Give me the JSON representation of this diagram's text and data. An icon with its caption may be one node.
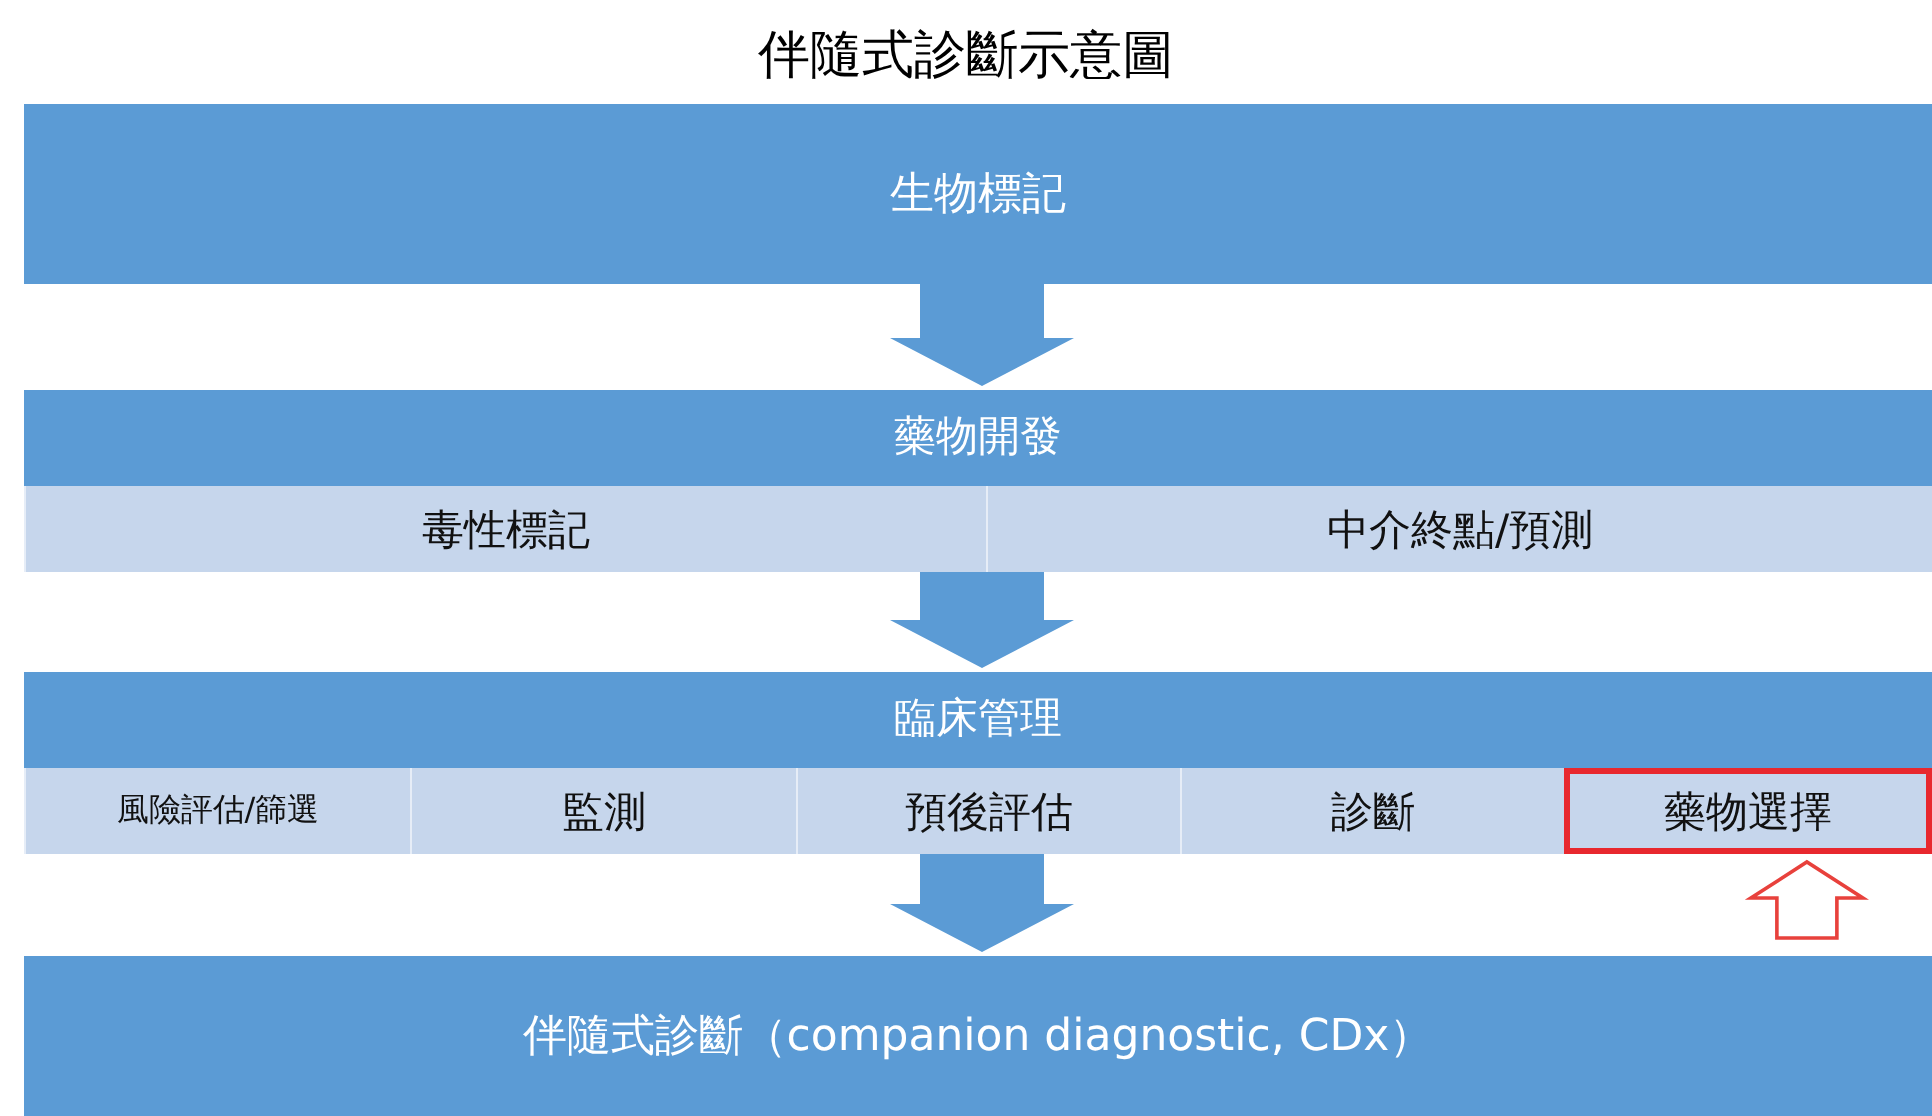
{
  "diagram": {
    "title": "伴隨式診斷示意圖",
    "nodes": [
      {
        "text": [
          "生物標記"
        ]
      },
      {
        "text": [
          "藥物開發"
        ]
      },
      {
        "text": [
          "毒性標記"
        ],
        "in": 1
      },
      {
        "text": [
          "中介終點/預測"
        ],
        "in": 1
      },
      {
        "text": [
          "臨床管理"
        ]
      },
      {
        "text": [
          "風險評估/篩選"
        ],
        "in": 4
      },
      {
        "text": [
          "監測"
        ],
        "in": 4
      },
      {
        "text": [
          "預後評估"
        ],
        "in": 4
      },
      {
        "text": [
          "診斷"
        ],
        "in": 4
      },
      {
        "text": [
          "藥物選擇"
        ],
        "in": 4
      },
      {
        "text": [
          "伴隨式診斷（companion diagnostic, CDx）"
        ]
      }
    ],
    "edges": [
      {
        "from": 0,
        "to": 1,
        "arrow": "to"
      },
      {
        "from": 1,
        "to": 4,
        "arrow": "to"
      },
      {
        "from": 4,
        "to": 10,
        "arrow": "to"
      },
      {
        "from": null,
        "to": 9,
        "arrow": "to",
        "color": "#e8413c"
      }
    ]
  }
}
